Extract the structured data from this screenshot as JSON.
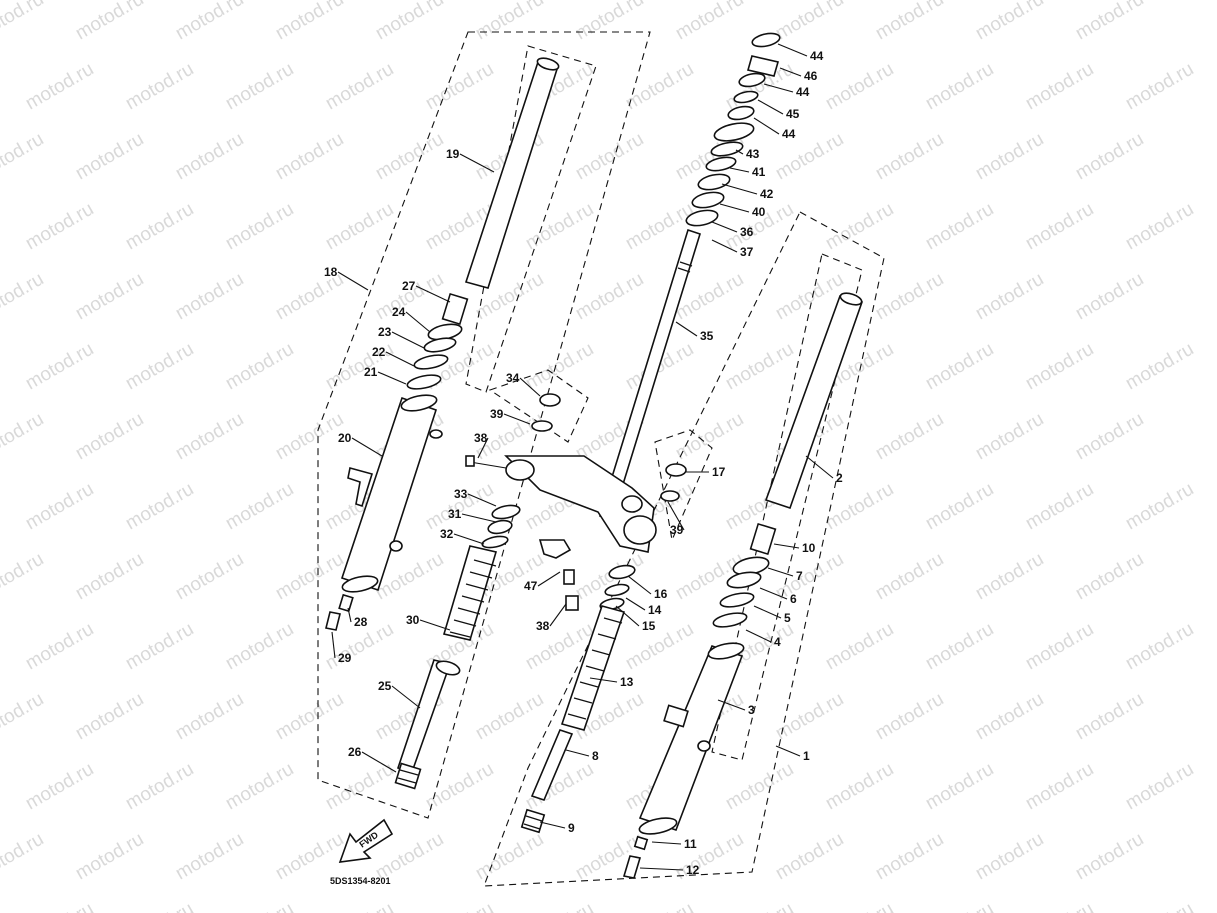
{
  "watermark": "motod.ru",
  "diagram_code": "5DS1354-8201",
  "fwd_label": "FWD",
  "callouts": [
    "1",
    "2",
    "3",
    "4",
    "5",
    "6",
    "7",
    "8",
    "9",
    "10",
    "11",
    "12",
    "13",
    "14",
    "15",
    "16",
    "17",
    "18",
    "19",
    "20",
    "21",
    "22",
    "23",
    "24",
    "25",
    "26",
    "27",
    "28",
    "29",
    "30",
    "31",
    "32",
    "33",
    "34",
    "35",
    "36",
    "37",
    "38",
    "38",
    "39",
    "39",
    "40",
    "41",
    "42",
    "43",
    "44",
    "44",
    "44",
    "45",
    "46",
    "47"
  ]
}
